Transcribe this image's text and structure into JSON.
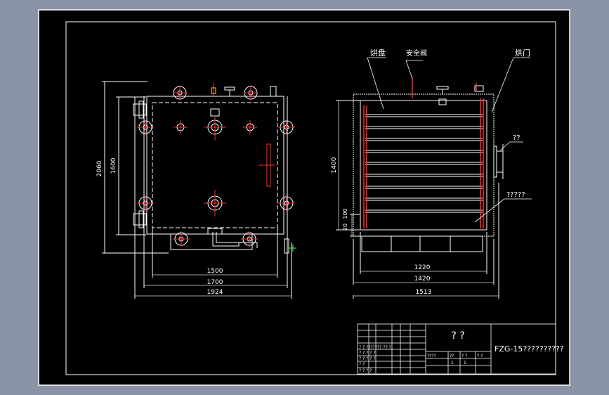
{
  "colors": {
    "background_outer": "#8a93a6",
    "sheet": "#000000",
    "line": "#ffffff",
    "accent_red": "#ff2a2a",
    "dimension": "#cfd6e6",
    "crosshair_green": "#3cff3c"
  },
  "labels": {
    "heater_label": "烘盘",
    "safety_valve": "安全阀",
    "door_label": "烘门",
    "side_q1": "??",
    "side_q2": "?????"
  },
  "dimensions_left": {
    "height_outer": "2060",
    "height_inner": "1600",
    "width_1500": "1500",
    "width_1700": "1700",
    "width_1924": "1924"
  },
  "dimensions_right": {
    "height_1400": "1400",
    "h_100": "100",
    "h_20": "20",
    "width_1220": "1220",
    "width_1420": "1420",
    "width_1513": "1513"
  },
  "title_block": {
    "title_qq": "? ?",
    "drawing_name": "FZG-15??????????",
    "row1": "? ?  ???????  ?? ?",
    "row2": "? ?      ? ? ?",
    "row3": "? ?      ? ? ?",
    "row4": "? ?",
    "row5": "? ?      ? ?",
    "mid1": "????",
    "mid2": "??",
    "mid3": "? ?",
    "mid4": "? ?",
    "mid5": "1",
    "mid6": "1"
  }
}
